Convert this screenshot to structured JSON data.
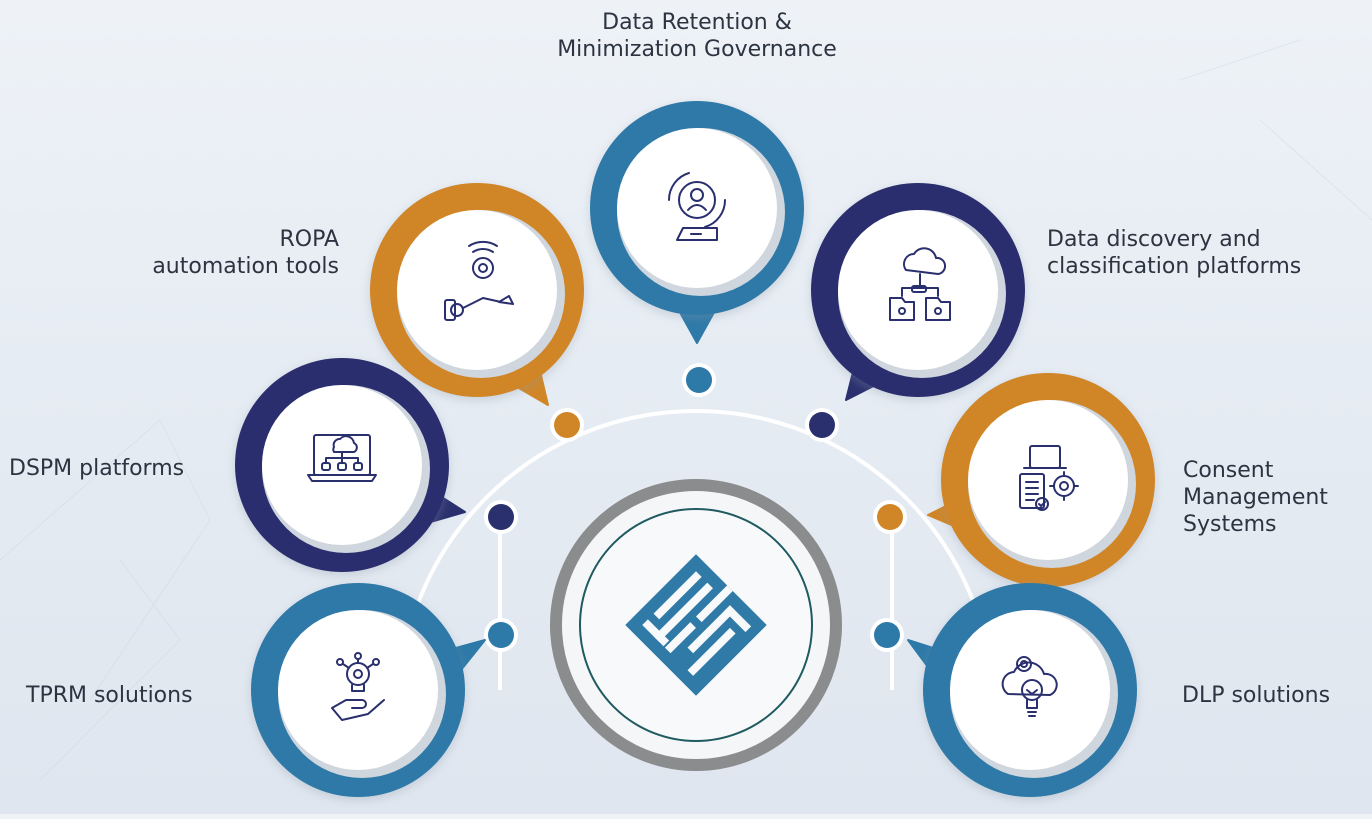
{
  "colors": {
    "teal": "#2d79a8",
    "orange": "#d08627",
    "navy": "#2a2f6e",
    "hub_ring": "#8a8c8e",
    "hub_inner_ring": "#1f5b60",
    "logo": "#2f7aa6",
    "connector": "#ffffff"
  },
  "center_logo": {
    "name": "company-logo"
  },
  "nodes": [
    {
      "id": "top",
      "color": "teal",
      "icon": "user-sync-laptop-icon",
      "label_lines": [
        "Data Retention &",
        "Minimization Governance"
      ]
    },
    {
      "id": "upper-left",
      "color": "orange",
      "icon": "robot-arm-gear-icon",
      "label_lines": [
        "ROPA",
        "automation tools"
      ]
    },
    {
      "id": "upper-right",
      "color": "navy",
      "icon": "cloud-folders-icon",
      "label_lines": [
        "Data discovery and",
        "classification platforms"
      ]
    },
    {
      "id": "mid-left",
      "color": "navy",
      "icon": "cloud-network-monitor-icon",
      "label_lines": [
        "DSPM platforms"
      ]
    },
    {
      "id": "mid-right",
      "color": "orange",
      "icon": "document-laptop-gear-icon",
      "label_lines": [
        "Consent",
        "Management",
        "Systems"
      ]
    },
    {
      "id": "low-left",
      "color": "teal",
      "icon": "hand-lightbulb-icon",
      "label_lines": [
        "TPRM solutions"
      ]
    },
    {
      "id": "low-right",
      "color": "teal",
      "icon": "cloud-gear-bulb-icon",
      "label_lines": [
        "DLP solutions"
      ]
    }
  ]
}
